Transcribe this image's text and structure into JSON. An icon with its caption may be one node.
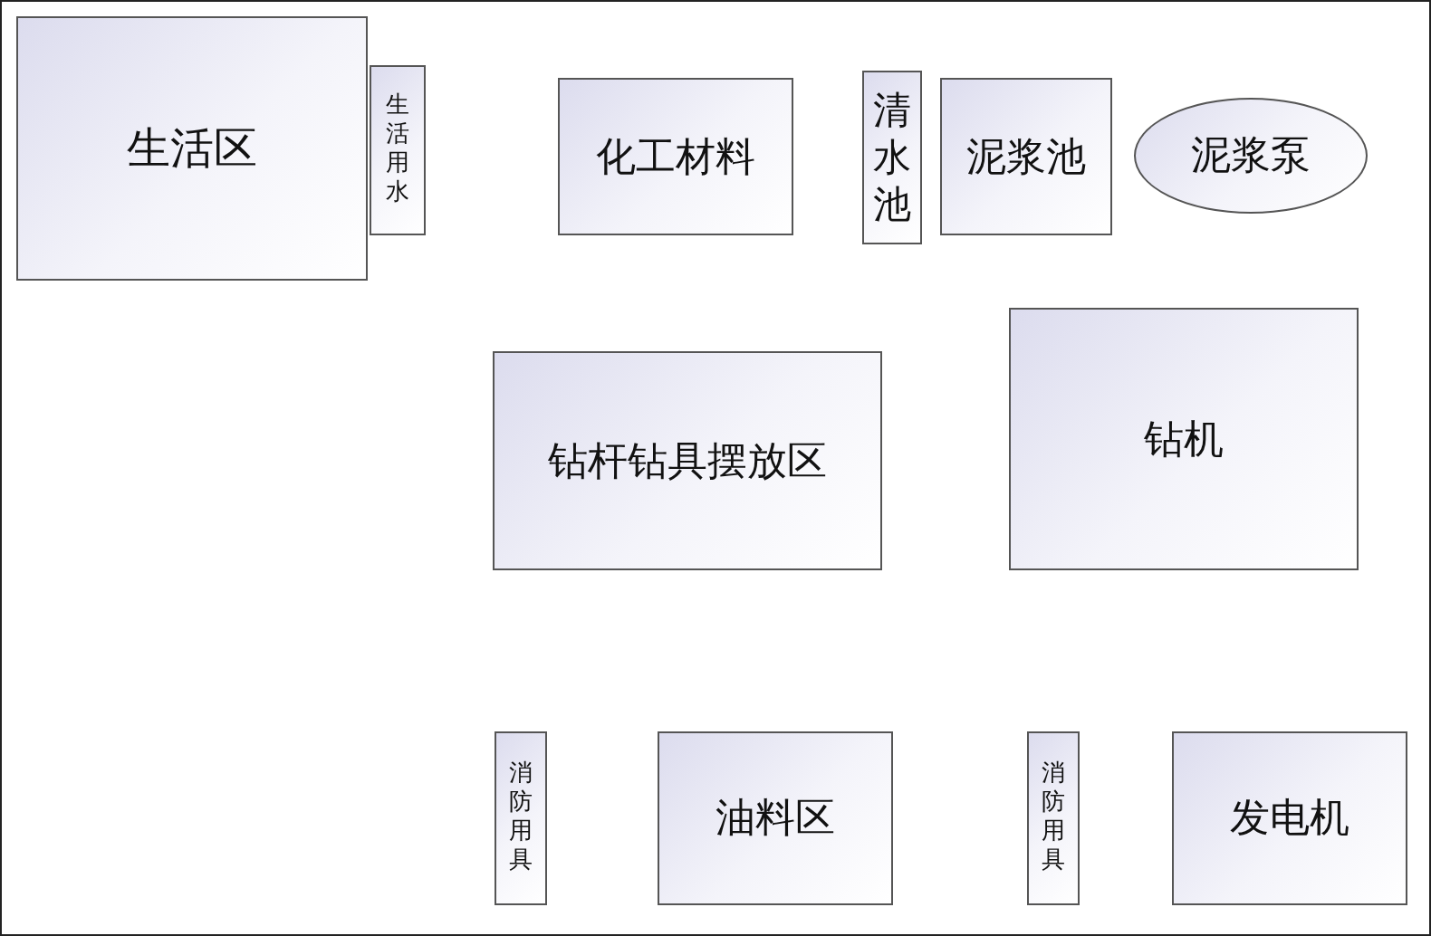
{
  "diagram": {
    "nodes": [
      {
        "text": [
          "生活区"
        ]
      },
      {
        "text": [
          "生活用水"
        ]
      },
      {
        "text": [
          "化工材料"
        ]
      },
      {
        "text": [
          "清水池"
        ]
      },
      {
        "text": [
          "泥浆池"
        ]
      },
      {
        "text": [
          "泥浆泵"
        ]
      },
      {
        "text": [
          "钻杆钻具摆放区"
        ]
      },
      {
        "text": [
          "钻机"
        ]
      },
      {
        "text": [
          "消防用具"
        ]
      },
      {
        "text": [
          "油料区"
        ]
      },
      {
        "text": [
          "消防用具"
        ]
      },
      {
        "text": [
          "发电机"
        ]
      }
    ]
  }
}
